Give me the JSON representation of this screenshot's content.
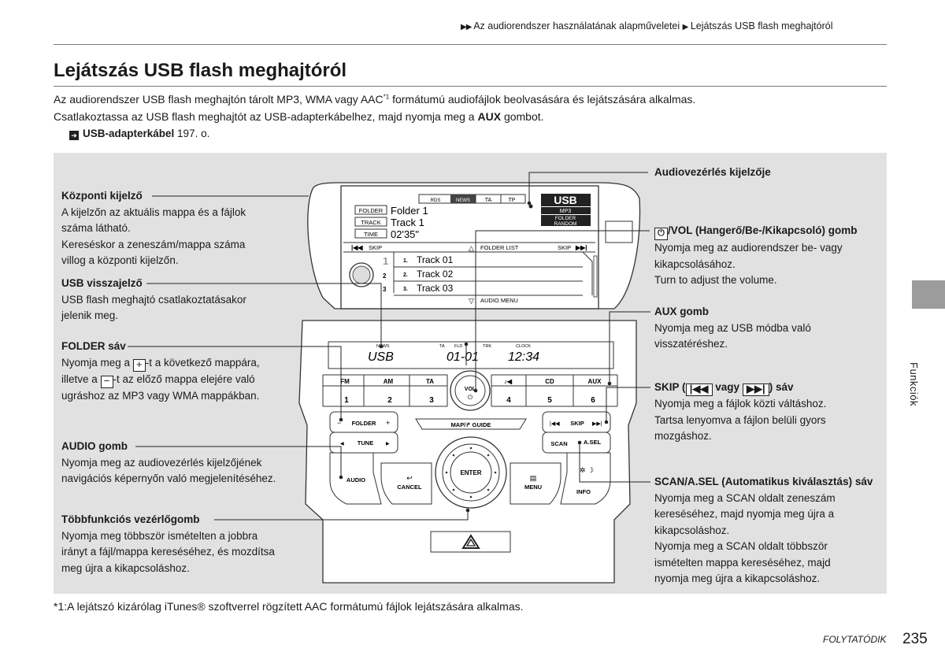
{
  "header": {
    "breadcrumb_parent": "Az audiorendszer használatának alapműveletei",
    "breadcrumb_current": "Lejátszás USB flash meghajtóról"
  },
  "title": "Lejátszás USB flash meghajtóról",
  "intro": {
    "line1": "Az audiorendszer USB flash meghajtón tárolt MP3, WMA vagy AAC",
    "line1_sup": "*1",
    "line1_end": " formátumú audiofájlok beolvasására és lejátszására alkalmas.",
    "line2_start": "Csatlakoztassa az USB flash meghajtót az USB-adapterkábelhez, majd nyomja meg a ",
    "line2_bold": "AUX",
    "line2_end": " gombot.",
    "ref_bold": "USB-adapterkábel",
    "ref_page": " 197. o."
  },
  "left_labels": {
    "central_display": {
      "title": "Központi kijelző",
      "l1": "A kijelzőn az aktuális mappa és a fájlok",
      "l2": "száma látható.",
      "l3": "Kereséskor a zeneszám/mappa száma",
      "l4": "villog a központi kijelzőn."
    },
    "usb_indicator": {
      "title": "USB visszajelző",
      "l1": "USB flash meghajtó csatlakoztatásakor",
      "l2": "jelenik meg."
    },
    "folder_bar": {
      "title": "FOLDER sáv",
      "l1a": "Nyomja meg a ",
      "plus": "+",
      "l1b": "-t a következő mappára,",
      "l2a": "illetve a ",
      "minus": "−",
      "l2b": "-t az előző mappa elejére való",
      "l3": "ugráshoz az MP3 vagy WMA mappákban."
    },
    "audio_button": {
      "title": "AUDIO gomb",
      "l1": "Nyomja meg az audiovezérlés kijelzőjének",
      "l2": "navigációs képernyőn való megjelenítéséhez."
    },
    "multi_knob": {
      "title": "Többfunkciós vezérlőgomb",
      "l1": "Nyomja meg többször ismételten a jobbra",
      "l2": "irányt a fájl/mappa kereséséhez, és mozdítsa",
      "l3": "meg újra a kikapcsoláshoz."
    }
  },
  "right_labels": {
    "audio_display": {
      "title": "Audiovezérlés kijelzője"
    },
    "vol_knob": {
      "title": "/VOL (Hangerő/Be-/Kikapcsoló) gomb",
      "l1": "Nyomja meg az audiorendszer be- vagy",
      "l2": "kikapcsolásához.",
      "l3": "Turn to adjust the volume."
    },
    "aux_button": {
      "title": "AUX gomb",
      "l1": "Nyomja meg az USB módba való",
      "l2": "visszatéréshez."
    },
    "skip_bar": {
      "title_a": "SKIP (",
      "title_mid": " vagy ",
      "title_b": ") sáv",
      "l1": "Nyomja meg a fájlok közti váltáshoz.",
      "l2": "Tartsa lenyomva a fájlon belüli gyors",
      "l3": "mozgáshoz."
    },
    "scan_bar": {
      "title": "SCAN/A.SEL (Automatikus kiválasztás) sáv",
      "l1": "Nyomja meg a SCAN oldalt zeneszám",
      "l2": "kereséséhez, majd nyomja meg újra a",
      "l3": "kikapcsoláshoz.",
      "l4": "Nyomja meg a SCAN oldalt többször",
      "l5": "ismételten mappa kereséséhez, majd",
      "l6": "nyomja meg újra a kikapcsoláshoz."
    }
  },
  "screen": {
    "tabs": [
      "RDS",
      "NEWS",
      "TA",
      "TP"
    ],
    "usb": "USB",
    "mp3": "MP3",
    "folder_tag": "FOLDER",
    "random_tag": "RANDOM",
    "folder_label": "FOLDER",
    "folder_value": "Folder 1",
    "track_label": "TRACK",
    "track_value": "Track 1",
    "time_label": "TIME",
    "time_value": "02'35\"",
    "skip": "SKIP",
    "folder_list": "FOLDER LIST",
    "audio_menu": "AUDIO MENU",
    "list_nums": [
      "1",
      "2",
      "3"
    ],
    "tracks": [
      "Track 01",
      "Track 02",
      "Track 03"
    ]
  },
  "unit": {
    "news": "NEWS",
    "usb_seg": "USB",
    "ta": "TA",
    "fld": "FLD",
    "trk": "TRK",
    "seg_num": "01-01",
    "clock": "CLOCK",
    "seg_time": "12:34",
    "buttons_top": [
      "FM",
      "AM",
      "TA",
      "♪◀",
      "CD",
      "AUX"
    ],
    "buttons_num": [
      "1",
      "2",
      "3",
      "4",
      "5",
      "6"
    ],
    "vol": "VOL",
    "folder": "FOLDER",
    "tune": "TUNE",
    "skip": "SKIP",
    "scan": "SCAN",
    "asel": "A.SEL",
    "audio": "AUDIO",
    "cancel": "CANCEL",
    "enter": "ENTER",
    "menu": "MENU",
    "info": "INFO",
    "map_guide": "MAP/↱ GUIDE"
  },
  "footnote": "*1:A lejátszó kizárólag iTunes® szoftverrel rögzített AAC formátumú fájlok lejátszására alkalmas.",
  "continued": "FOLYTATÓDIK",
  "page_number": "235",
  "side_tab": "Funkciók"
}
